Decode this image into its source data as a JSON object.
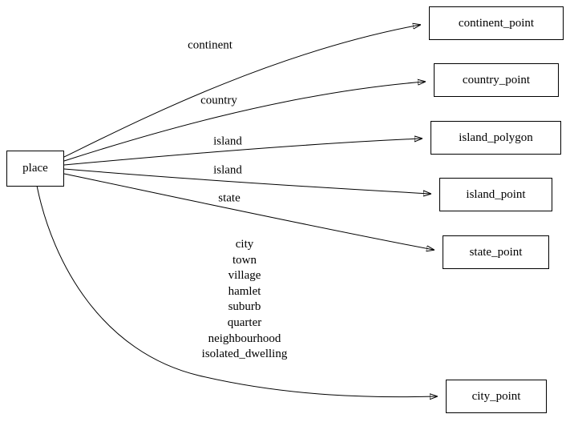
{
  "diagram": {
    "type": "graph",
    "background_color": "#ffffff",
    "edge_color": "#000000",
    "node_border_color": "#000000",
    "nodes": {
      "place": {
        "label": "place"
      },
      "continent_point": {
        "label": "continent_point"
      },
      "country_point": {
        "label": "country_point"
      },
      "island_polygon": {
        "label": "island_polygon"
      },
      "island_point": {
        "label": "island_point"
      },
      "state_point": {
        "label": "state_point"
      },
      "city_point": {
        "label": "city_point"
      }
    },
    "edges": {
      "continent": {
        "from": "place",
        "to": "continent_point",
        "label": "continent"
      },
      "country": {
        "from": "place",
        "to": "country_point",
        "label": "country"
      },
      "island_polygon": {
        "from": "place",
        "to": "island_polygon",
        "label": "island"
      },
      "island_point": {
        "from": "place",
        "to": "island_point",
        "label": "island"
      },
      "state": {
        "from": "place",
        "to": "state_point",
        "label": "state"
      },
      "city": {
        "from": "place",
        "to": "city_point",
        "label_lines": {
          "0": "city",
          "1": "town",
          "2": "village",
          "3": "hamlet",
          "4": "suburb",
          "5": "quarter",
          "6": "neighbourhood",
          "7": "isolated_dwelling"
        }
      }
    }
  }
}
